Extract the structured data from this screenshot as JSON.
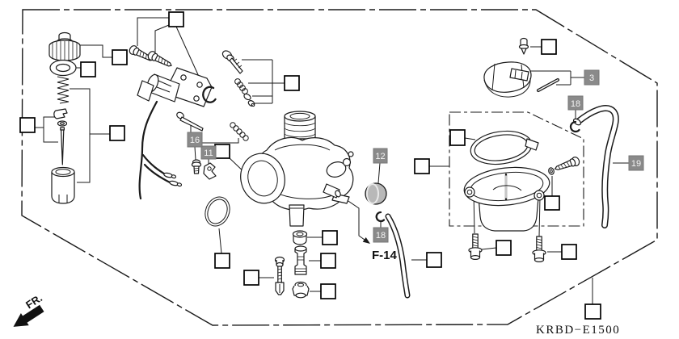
{
  "diagram": {
    "part_code": "KRBD−E1500",
    "figure_ref": "F-14",
    "front_label": "FR.",
    "callouts": {
      "numbered": [
        {
          "label": "3"
        },
        {
          "label": "11"
        },
        {
          "label": "12"
        },
        {
          "label": "16"
        },
        {
          "label": "18"
        },
        {
          "label": "18"
        },
        {
          "label": "19"
        }
      ]
    },
    "colors": {
      "line": "#1a1a1a",
      "callout_fill": "#8a8a8a",
      "callout_text": "#f4f4f4",
      "cap_fill": "#b8b8b8",
      "background": "#ffffff"
    }
  }
}
